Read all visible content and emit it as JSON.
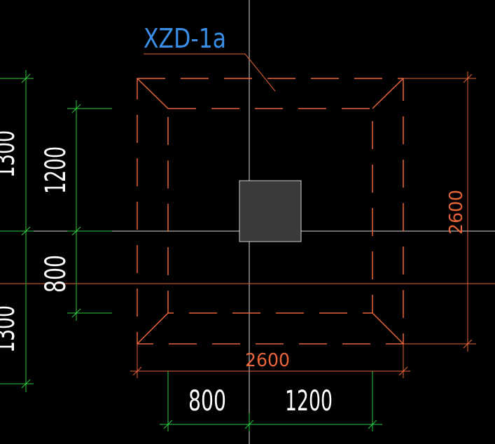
{
  "drawing": {
    "label": "XZD-1a",
    "dims": {
      "top_width": "2600",
      "right_height": "2600",
      "bottom_left": "800",
      "bottom_right": "1200",
      "left_upper": "1200",
      "left_lower": "800",
      "left_far_top": "1300",
      "left_far_bottom": "1300"
    }
  },
  "colors": {
    "background": "#000000",
    "axis": "#e0e0e0",
    "foundation": "#e8643a",
    "dimension_green": "#2ecc40",
    "label_blue": "#3a8ee6",
    "column": "#3a3a3a"
  }
}
